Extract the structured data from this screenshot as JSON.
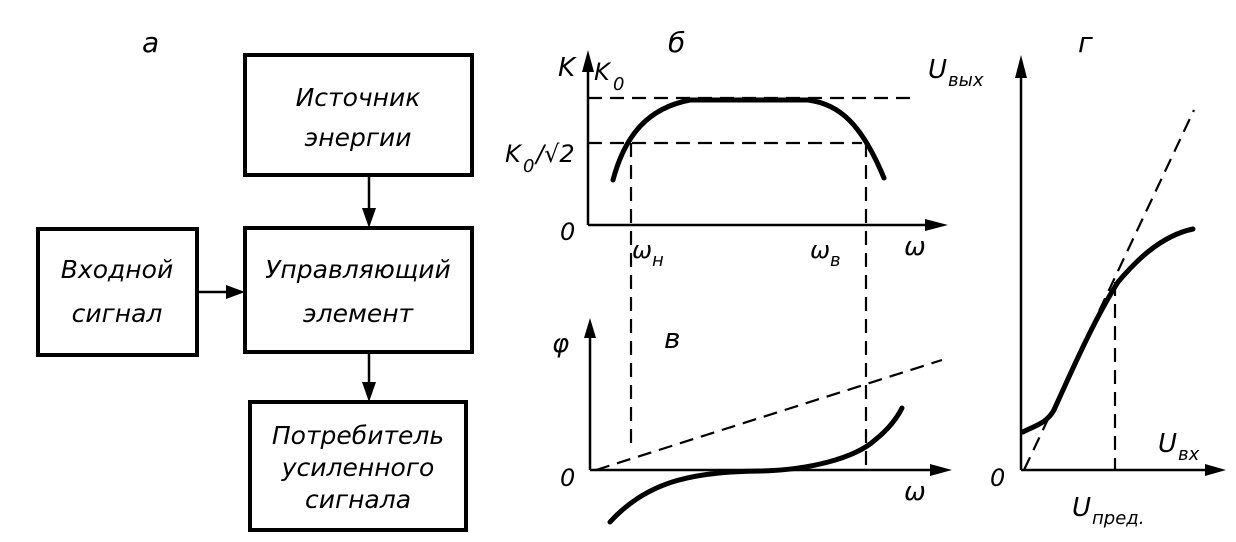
{
  "panels": {
    "a": "а",
    "b": "б",
    "v": "в",
    "g": "г"
  },
  "blocks": {
    "energy_source": [
      "Источник",
      "энергии"
    ],
    "input_signal": [
      "Входной",
      "сигнал"
    ],
    "control_element": [
      "Управляющий",
      "элемент"
    ],
    "consumer": [
      "Потребитель",
      "усиленного",
      "сигнала"
    ]
  },
  "graph_b": {
    "y_axis": "K",
    "k0": "K",
    "k0_sub": "0",
    "k0_sqrt2": "K",
    "k0_sqrt2_sub": "0",
    "k0_sqrt2_den": "/√2",
    "origin": "0",
    "x_axis": "ω",
    "omega_n": "ω",
    "omega_n_sub": "н",
    "omega_v": "ω",
    "omega_v_sub": "в"
  },
  "graph_v": {
    "y_axis": "φ",
    "origin": "0",
    "x_axis": "ω"
  },
  "graph_g": {
    "y_axis": "U",
    "y_axis_sub": "вых",
    "x_axis": "U",
    "x_axis_sub": "вх",
    "origin": "0",
    "u_pred": "U",
    "u_pred_sub": "пред."
  }
}
